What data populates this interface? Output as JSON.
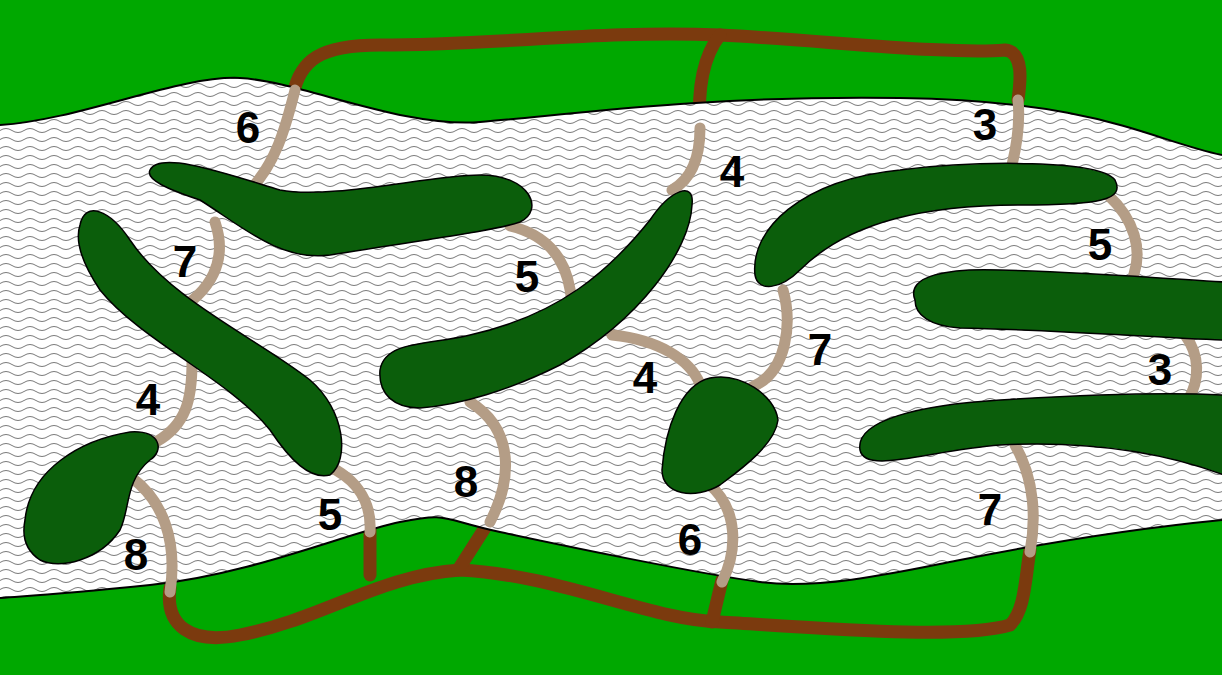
{
  "diagram": {
    "labels": [
      "6",
      "3",
      "4",
      "7",
      "5",
      "5",
      "7",
      "4",
      "4",
      "3",
      "8",
      "5",
      "6",
      "7",
      "8"
    ]
  }
}
